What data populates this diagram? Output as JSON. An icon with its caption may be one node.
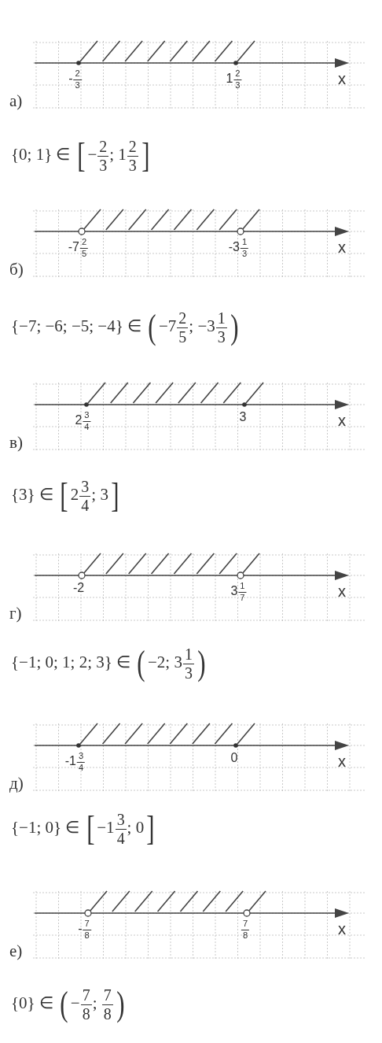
{
  "diagram": {
    "labels": [
      "-$^{2}$$_{3}$",
      "1$^{2}$$_{3}$",
      "x",
      "а)",
      "{0; 1} ∈ [−$^{2}$$_{3}$; 1$^{2}$$_{3}$]",
      "-7$^{2}$$_{5}$",
      "-3$^{1}$$_{3}$",
      "x",
      "б)",
      "{−7; −6; −5; −4} ∈ (−7$^{2}$$_{5}$; −3$^{1}$$_{3}$)",
      "2$^{3}$$_{4}$",
      "3",
      "x",
      "в)",
      "{3} ∈ [2$^{3}$$_{4}$; 3]",
      "-2",
      "3$^{1}$$_{7}$",
      "x",
      "г)",
      "{−1; 0; 1; 2; 3} ∈ (−2; 3$^{1}$$_{3}$)",
      "-1$^{3}$$_{4}$",
      "0",
      "x",
      "д)",
      "{−1; 0} ∈ [−1$^{3}$$_{4}$; 0]",
      "-$^{7}$$_{8}$",
      "$^{7}$$_{8}$",
      "x",
      "е)",
      "{0} ∈ (−$^{7}$$_{8}$; $^{7}$$_{8}$)"
    ]
  }
}
